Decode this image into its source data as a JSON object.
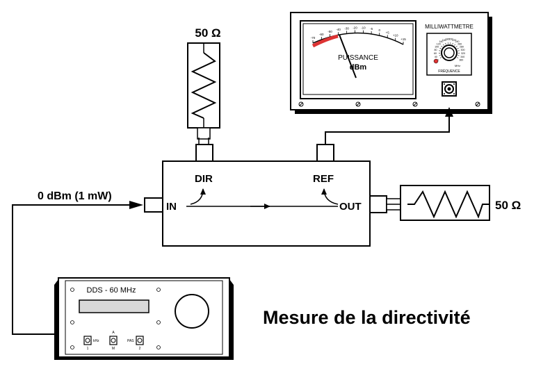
{
  "title": "Mesure de la directivité",
  "input_power": "0 dBm (1 mW)",
  "coupler": {
    "port_in": "IN",
    "port_out": "OUT",
    "port_dir": "DIR",
    "port_ref": "REF"
  },
  "load_top": "50 Ω",
  "load_right": "50 Ω",
  "milliwattmeter": {
    "name": "MILLIWATTMETRE",
    "scale_label": "PUISSANCE",
    "unit": "dBm",
    "scale_ticks": [
      "-70",
      "-60",
      "-50",
      "-40",
      "-30",
      "-20",
      "-10",
      "-5",
      "0",
      "+5",
      "+10",
      "+15"
    ],
    "freq_label": "FRÉQUENCE",
    "freq_unit": "MHz",
    "freq_ticks": [
      "20",
      "40",
      "60",
      "80",
      "100",
      "120",
      "140",
      "160",
      "180",
      "200",
      "220",
      "240",
      "260",
      "280",
      "300",
      "320",
      "340",
      "360"
    ]
  },
  "generator": {
    "name": "DDS - 60 MHz",
    "knob1_label": "kHz",
    "knob1_sub": "1",
    "knob2_top": "A",
    "knob2_label": "M",
    "knob3_label": "PAS",
    "knob3_sub": "2"
  }
}
